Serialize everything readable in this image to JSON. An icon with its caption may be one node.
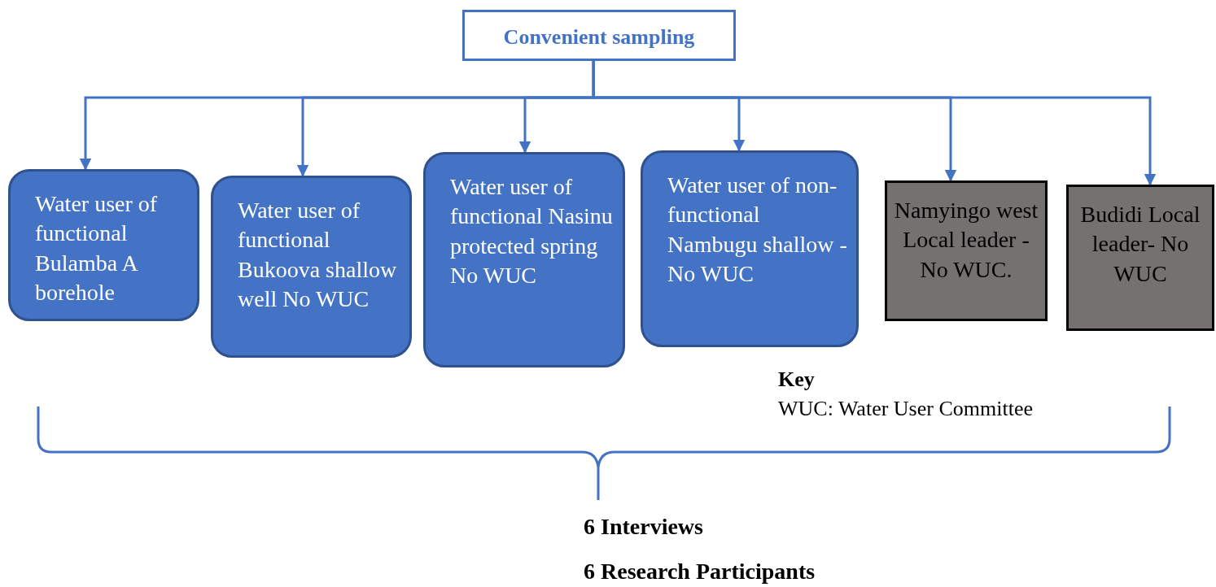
{
  "diagram": {
    "nodes": [
      {
        "text": [
          "Convenient sampling"
        ]
      },
      {
        "text": [
          "Water user of functional Bulamba A borehole"
        ]
      },
      {
        "text": [
          "Water user of functional Bukoova shallow well No WUC"
        ]
      },
      {
        "text": [
          "Water user of functional Nasinu protected spring  No WUC"
        ]
      },
      {
        "text": [
          "Water user of non-functional Nambugu shallow - No WUC"
        ]
      },
      {
        "text": [
          "Namyingo west Local leader - No WUC."
        ]
      },
      {
        "text": [
          "Budidi Local leader- No WUC"
        ]
      }
    ],
    "edges": [
      {
        "from": 0,
        "to": 1,
        "arrow": "to"
      },
      {
        "from": 0,
        "to": 2,
        "arrow": "to"
      },
      {
        "from": 0,
        "to": 3,
        "arrow": "to"
      },
      {
        "from": 0,
        "to": 4,
        "arrow": "to"
      },
      {
        "from": 0,
        "to": 5,
        "arrow": "to"
      },
      {
        "from": 0,
        "to": 6,
        "arrow": "to"
      }
    ],
    "labels": [
      "Key",
      "WUC: Water User Committee",
      "6 Interviews",
      "6 Research Participants"
    ]
  }
}
